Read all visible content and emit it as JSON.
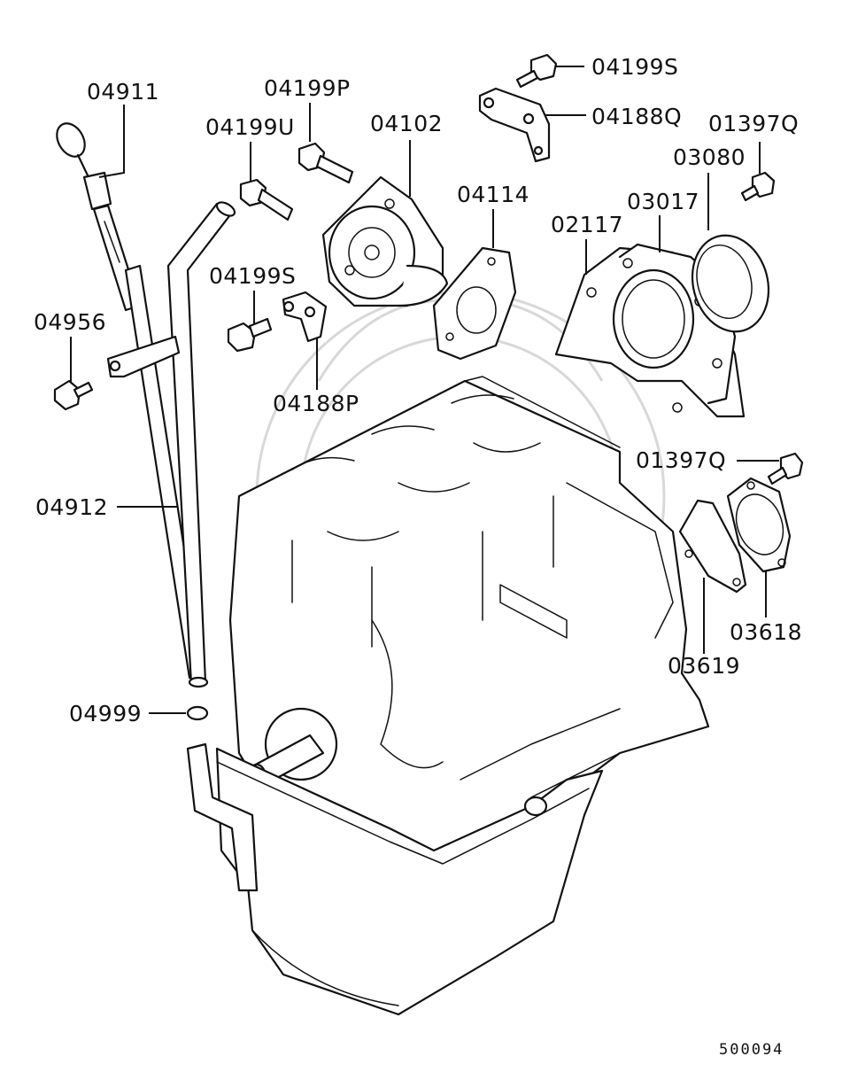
{
  "diagram_id": "500094",
  "parts": [
    {
      "key": "p04911",
      "number": "04911"
    },
    {
      "key": "p04199P",
      "number": "04199P"
    },
    {
      "key": "p04199S_top",
      "number": "04199S"
    },
    {
      "key": "p04188Q",
      "number": "04188Q"
    },
    {
      "key": "p01397Q_top",
      "number": "01397Q"
    },
    {
      "key": "p04199U",
      "number": "04199U"
    },
    {
      "key": "p04102",
      "number": "04102"
    },
    {
      "key": "p03080",
      "number": "03080"
    },
    {
      "key": "p04114",
      "number": "04114"
    },
    {
      "key": "p03017",
      "number": "03017"
    },
    {
      "key": "p02117",
      "number": "02117"
    },
    {
      "key": "p04199S_mid",
      "number": "04199S"
    },
    {
      "key": "p04956",
      "number": "04956"
    },
    {
      "key": "p04188P",
      "number": "04188P"
    },
    {
      "key": "p01397Q_mid",
      "number": "01397Q"
    },
    {
      "key": "p04912",
      "number": "04912"
    },
    {
      "key": "p03618",
      "number": "03618"
    },
    {
      "key": "p03619",
      "number": "03619"
    },
    {
      "key": "p04999",
      "number": "04999"
    }
  ]
}
